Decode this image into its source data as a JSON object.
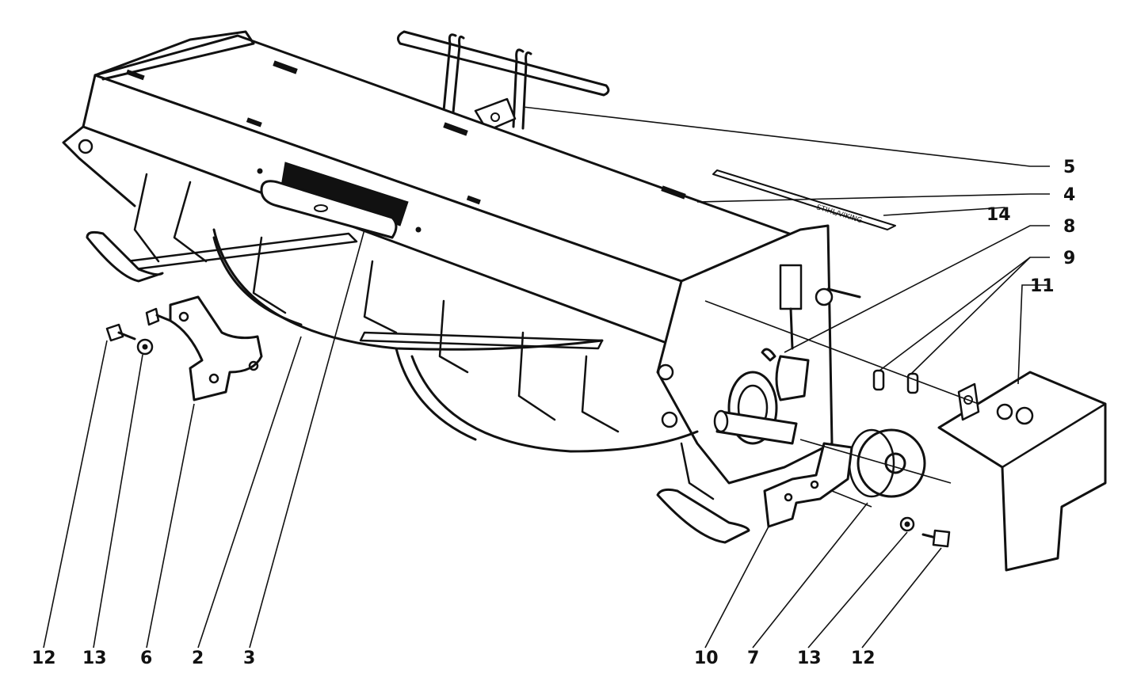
{
  "callouts": [
    {
      "key": "n5",
      "label": "5"
    },
    {
      "key": "n4",
      "label": "4"
    },
    {
      "key": "n14",
      "label": "14"
    },
    {
      "key": "n8",
      "label": "8"
    },
    {
      "key": "n9",
      "label": "9"
    },
    {
      "key": "n11",
      "label": "11"
    },
    {
      "key": "b12a",
      "label": "12"
    },
    {
      "key": "b13a",
      "label": "13"
    },
    {
      "key": "b6",
      "label": "6"
    },
    {
      "key": "b2",
      "label": "2"
    },
    {
      "key": "b3",
      "label": "3"
    },
    {
      "key": "b10",
      "label": "10"
    },
    {
      "key": "b7",
      "label": "7"
    },
    {
      "key": "b13b",
      "label": "13"
    },
    {
      "key": "b12b",
      "label": "12"
    }
  ],
  "decal_text": "STIHL/VIKING"
}
